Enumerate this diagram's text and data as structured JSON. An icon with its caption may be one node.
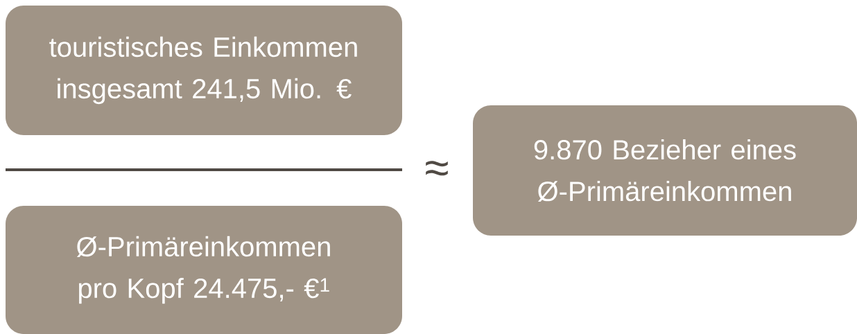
{
  "diagram": {
    "nodes": [
      {
        "text": [
          "touristisches Einkommen insgesamt 241,5 Mio. €"
        ]
      },
      {
        "text": [
          "Ø-Primäreinkommen pro Kopf 24.475,- €$^{1}$"
        ]
      },
      {
        "text": [
          "9.870 Bezieher eines Ø-Primäreinkommen"
        ]
      }
    ],
    "labels": [
      "≈"
    ]
  }
}
